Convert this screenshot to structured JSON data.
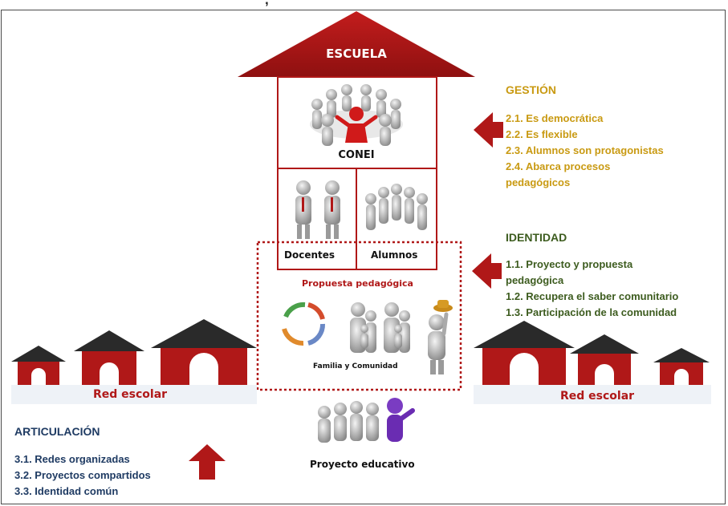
{
  "header": {
    "cut_title": ", "
  },
  "school": {
    "roof_label": "ESCUELA",
    "conei_label": "CONEI",
    "docentes_label": "Docentes",
    "alumnos_label": "Alumnos",
    "propuesta_label": "Propuesta pedagógica",
    "familia_label": "Familia y Comunidad",
    "proyecto_label": "Proyecto educativo"
  },
  "red_escolar": {
    "left_label": "Red escolar",
    "right_label": "Red escolar"
  },
  "gestion": {
    "title": "GESTIÓN",
    "items": [
      "2.1. Es democrática",
      "2.2. Es flexible",
      "2.3. Alumnos son protagonistas",
      "2.4. Abarca procesos",
      "pedagógicos"
    ]
  },
  "identidad": {
    "title": "IDENTIDAD",
    "items": [
      "1.1. Proyecto y propuesta",
      "pedagógica",
      "1.2. Recupera el saber comunitario",
      "1.3. Participación de la comunidad"
    ]
  },
  "articulacion": {
    "title": "ARTICULACIÓN",
    "items": [
      "3.1. Redes organizadas",
      "3.2. Proyectos compartidos",
      "3.3. Identidad común"
    ]
  },
  "colors": {
    "red": "#b01818",
    "gold": "#c99a12",
    "green": "#3d5c1f",
    "navy": "#1f3b63"
  }
}
